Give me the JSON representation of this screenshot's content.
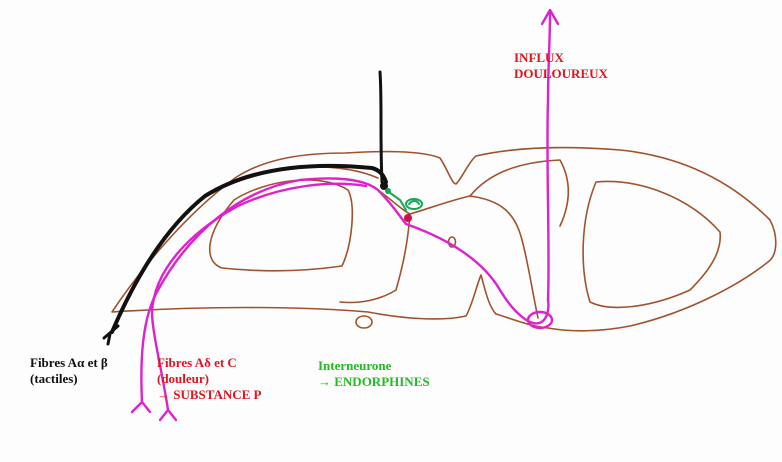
{
  "colors": {
    "cord_outline": "#a0522d",
    "touch_fibre": "#111111",
    "pain_fibre": "#dd22cc",
    "interneurone": "#11aa55",
    "synapse": "#cc1144",
    "label_black": "#111111",
    "label_red": "#e0141e",
    "label_green": "#22bb22"
  },
  "labels": {
    "influx": {
      "line1": "INFLUX",
      "line2": "DOULOUREUX"
    },
    "fibres_tactile": {
      "line1": "Fibres Aα et β",
      "line2": "(tactiles)"
    },
    "fibres_pain": {
      "line1": "Fibres Aδ et C",
      "line2": "(douleur)",
      "line3": "→ SUBSTANCE P"
    },
    "interneurone": {
      "line1": "Interneurone",
      "line2": "→ ENDORPHINES"
    }
  },
  "icons": {
    "arrow_up": "arrow-up-icon",
    "fibre_ending": "nerve-ending-icon"
  }
}
